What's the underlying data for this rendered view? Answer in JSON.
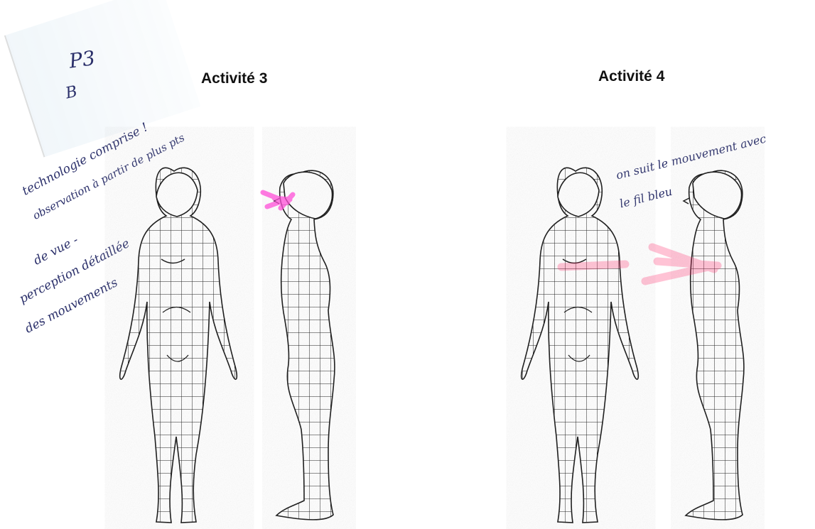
{
  "sheet": {
    "titles": {
      "activity3": "Activité 3",
      "activity4": "Activité 4"
    },
    "handwriting": {
      "corner_code_1": "P3",
      "corner_code_2": "B",
      "left_note": [
        "technologie comprise !",
        "observation à partir de plus pts",
        "de vue -",
        "perception détaillée",
        "des mouvements"
      ],
      "right_note": [
        "on suit le mouvement avec",
        "le fil bleu"
      ]
    },
    "colors": {
      "ink": "#2a2f6a",
      "pink_highlight": "#ff4fd8",
      "red_highlight": "#ff2d6d"
    }
  }
}
